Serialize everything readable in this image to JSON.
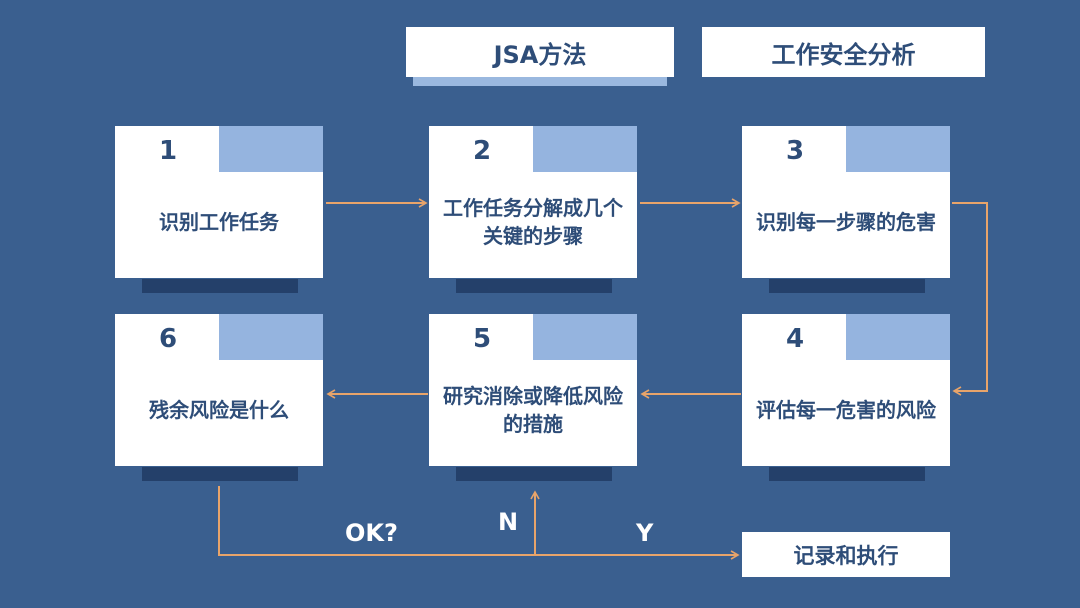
{
  "titles": {
    "method": "JSA方法",
    "analysis": "工作安全分析"
  },
  "steps": [
    {
      "number": "1",
      "text": "识别工作任务"
    },
    {
      "number": "2",
      "text": "工作任务分解成几个关键的步骤"
    },
    {
      "number": "3",
      "text": "识别每一步骤的危害"
    },
    {
      "number": "4",
      "text": "评估每一危害的风险"
    },
    {
      "number": "5",
      "text": "研究消除或降低风险的措施"
    },
    {
      "number": "6",
      "text": "残余风险是什么"
    }
  ],
  "decision": {
    "question": "OK?",
    "no": "N",
    "yes": "Y"
  },
  "final_step": "记录和执行",
  "colors": {
    "background": "#3a5f8f",
    "card": "#ffffff",
    "card_accent": "#95b4df",
    "text": "#2e4d78",
    "arrow": "#e8a46a",
    "shadow": "#24406a"
  }
}
